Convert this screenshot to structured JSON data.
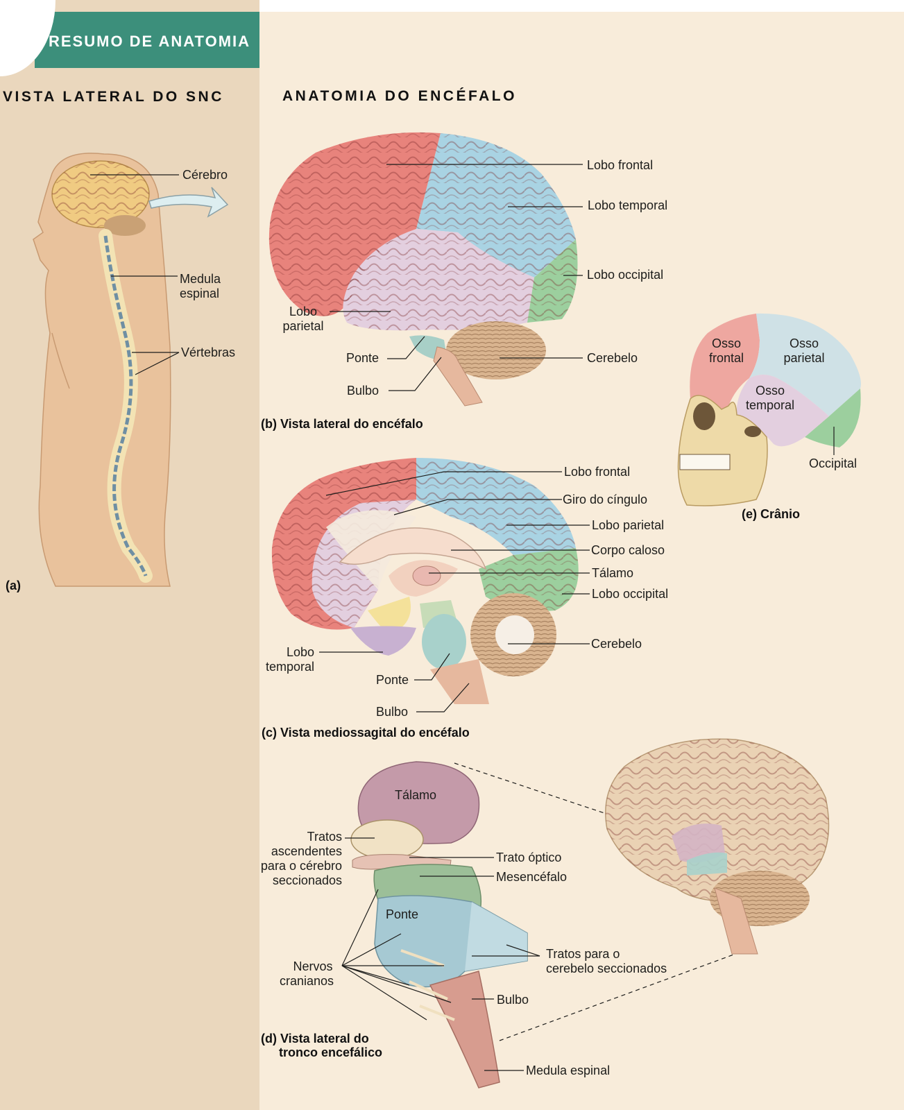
{
  "header": {
    "banner": "RESUMO DE ANATOMIA"
  },
  "left": {
    "title": "VISTA LATERAL DO SNC",
    "labels": {
      "cerebro": "Cérebro",
      "medula_1": "Medula",
      "medula_2": "espinal",
      "vertebras": "Vértebras"
    },
    "caption": "(a)"
  },
  "right": {
    "title": "ANATOMIA DO ENCÉFALO"
  },
  "panel_b": {
    "labels": {
      "lobo_frontal": "Lobo frontal",
      "lobo_temporal": "Lobo temporal",
      "lobo_occipital": "Lobo occipital",
      "lobo_parietal_1": "Lobo",
      "lobo_parietal_2": "parietal",
      "ponte": "Ponte",
      "cerebelo": "Cerebelo",
      "bulbo": "Bulbo"
    },
    "caption": "(b) Vista lateral do encéfalo"
  },
  "panel_c": {
    "labels": {
      "lobo_frontal": "Lobo frontal",
      "giro": "Giro do cíngulo",
      "lobo_parietal": "Lobo parietal",
      "corpo_caloso": "Corpo caloso",
      "talamo": "Tálamo",
      "lobo_occipital": "Lobo occipital",
      "cerebelo": "Cerebelo",
      "lobo_temporal_1": "Lobo",
      "lobo_temporal_2": "temporal",
      "ponte": "Ponte",
      "bulbo": "Bulbo"
    },
    "caption": "(c) Vista mediossagital do encéfalo"
  },
  "panel_e": {
    "labels": {
      "osso_frontal_1": "Osso",
      "osso_frontal_2": "frontal",
      "osso_parietal_1": "Osso",
      "osso_parietal_2": "parietal",
      "osso_temporal_1": "Osso",
      "osso_temporal_2": "temporal",
      "occipital": "Occipital"
    },
    "caption": "(e) Crânio"
  },
  "panel_d": {
    "labels": {
      "talamo": "Tálamo",
      "tratos_asc_1": "Tratos",
      "tratos_asc_2": "ascendentes",
      "tratos_asc_3": "para o cérebro",
      "tratos_asc_4": "seccionados",
      "trato_optico": "Trato óptico",
      "mesencefalo": "Mesencéfalo",
      "ponte": "Ponte",
      "tratos_cer_1": "Tratos para o",
      "tratos_cer_2": "cerebelo seccionados",
      "nervos_1": "Nervos",
      "nervos_2": "cranianos",
      "bulbo": "Bulbo",
      "medula": "Medula espinal"
    },
    "caption_1": "(d) Vista lateral do",
    "caption_2": "tronco encefálico"
  },
  "colors": {
    "frontal": "#e8837c",
    "temporal": "#a9d3e3",
    "parietal": "#e3cfdf",
    "occipital": "#9ccf9e",
    "cerebelo": "#d9b48f",
    "banner": "#3c8f7b"
  }
}
